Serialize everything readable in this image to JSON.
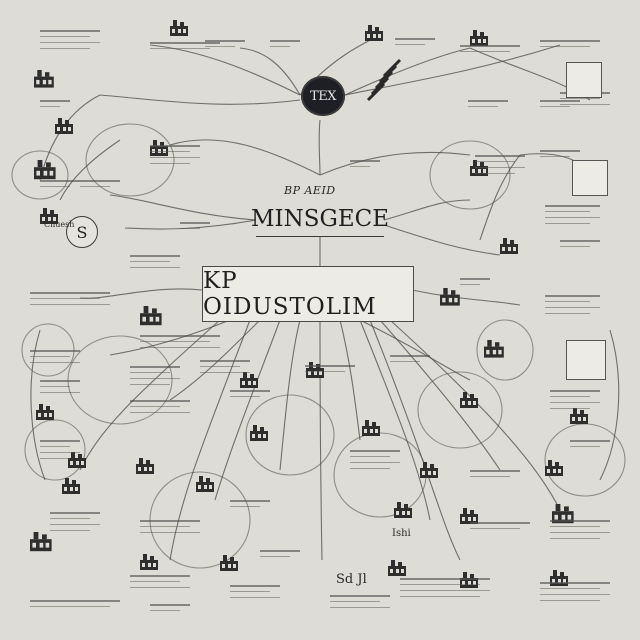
{
  "center": {
    "badge": "TEX",
    "subtitle": "BP AEID",
    "main_title": "MINSGECE",
    "box_title": "KP OIDUSTOLIM"
  },
  "labels": {
    "s_badge": "S",
    "chuesh": "Chuesh",
    "ishi": "Ishi",
    "sd": "Sd Jl"
  },
  "colors": {
    "background": "#dddcd6",
    "ink": "#2a2a2a",
    "badge": "#1e1f24",
    "box": "#ecebe6"
  }
}
